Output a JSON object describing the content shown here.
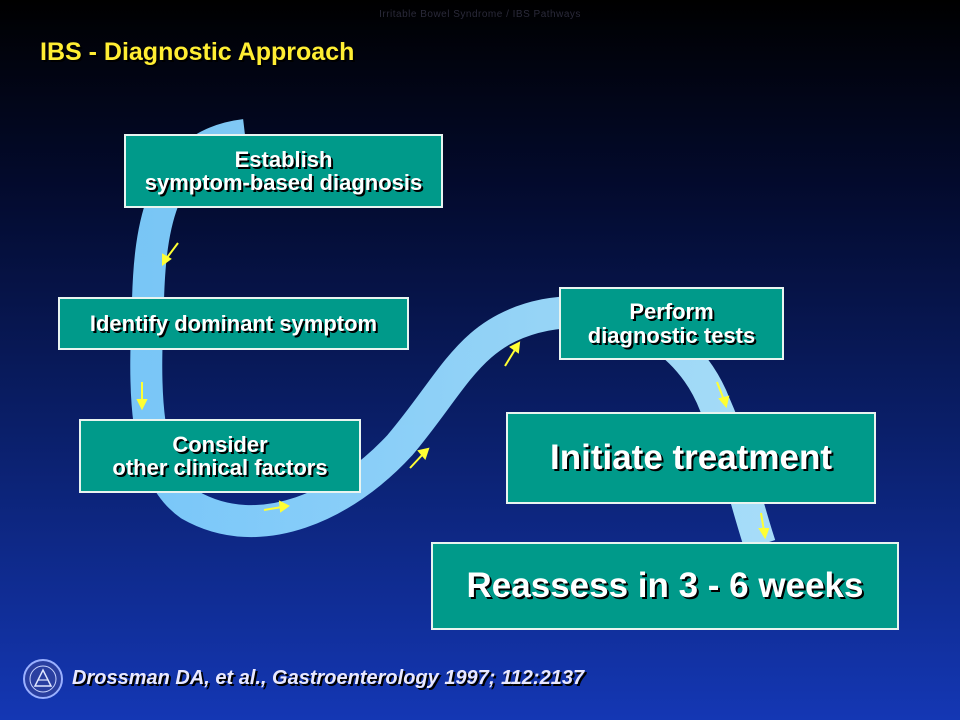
{
  "header": {
    "top_note": "Irritable Bowel Syndrome / IBS Pathways",
    "title": "IBS - Diagnostic Approach"
  },
  "steps": [
    {
      "line1": "Establish",
      "line2": "symptom-based diagnosis"
    },
    {
      "line1": "Identify dominant symptom"
    },
    {
      "line1": "Consider",
      "line2": "other clinical factors"
    },
    {
      "line1": "Perform",
      "line2": "diagnostic tests"
    },
    {
      "line1": "Initiate treatment"
    },
    {
      "line1": "Reassess in 3 - 6 weeks"
    }
  ],
  "footer": {
    "citation": "Drossman DA, et al., Gastroenterology 1997; 112:2137",
    "logo_icon": "aga-seal-icon"
  },
  "colors": {
    "title": "#ffee33",
    "box_fill": "#009a8a",
    "box_border": "#e8f4f0",
    "path": "#8fd8ff",
    "arrow": "#ffff33"
  }
}
